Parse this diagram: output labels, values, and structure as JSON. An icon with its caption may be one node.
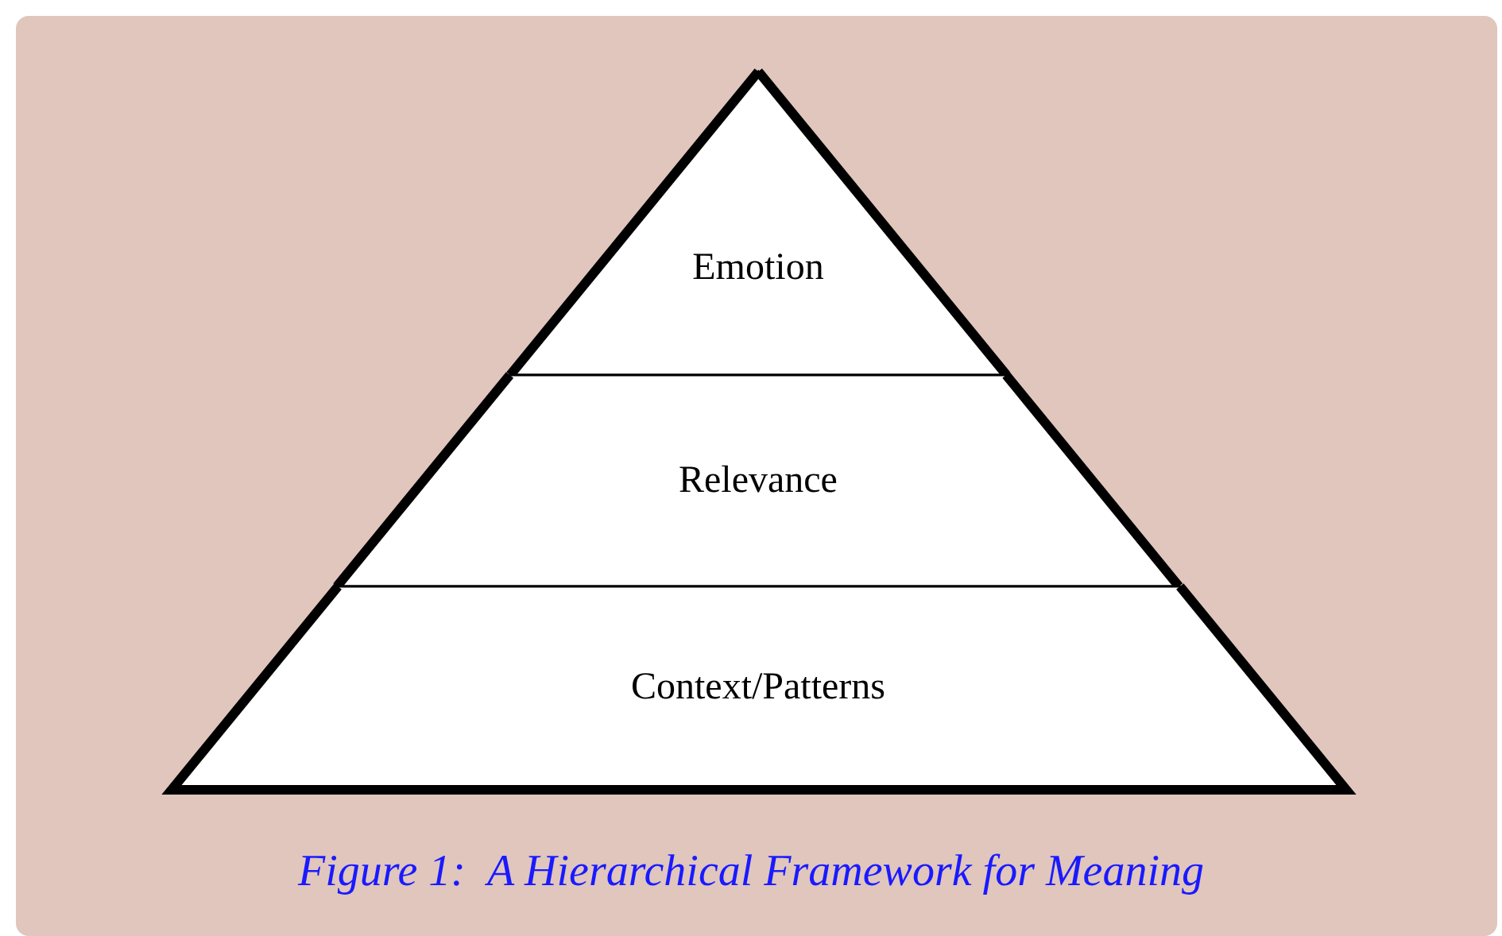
{
  "diagram": {
    "caption": "Figure 1:  A Hierarchical Framework for Meaning",
    "nodes": [
      {
        "text": [
          "Emotion"
        ]
      },
      {
        "text": [
          "Relevance"
        ]
      },
      {
        "text": [
          "Context/Patterns"
        ]
      }
    ]
  }
}
